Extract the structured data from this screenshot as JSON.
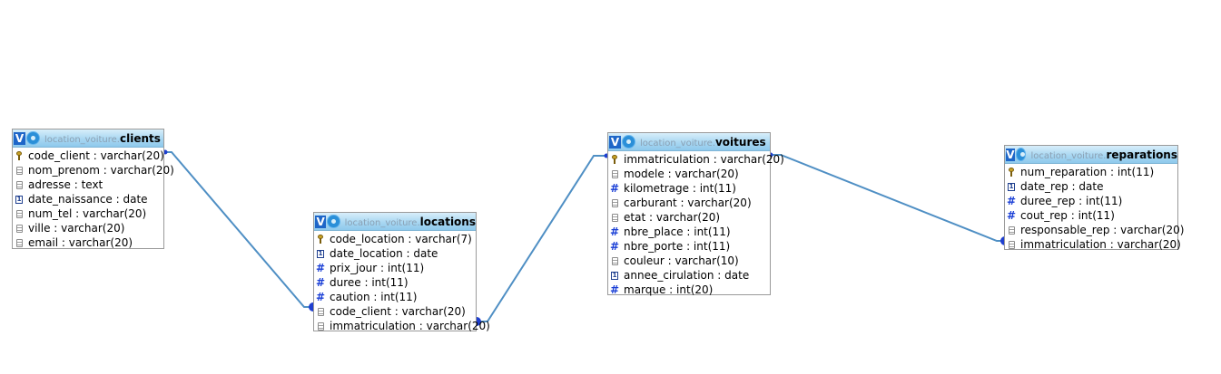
{
  "tables": [
    {
      "id": "clients",
      "schema": "location_voiture.",
      "name": "clients",
      "columns": [
        {
          "label": "code_client : varchar(20)",
          "icon": "primary-key-icon"
        },
        {
          "label": "nom_prenom : varchar(20)",
          "icon": "text-column-icon"
        },
        {
          "label": "adresse : text",
          "icon": "text-column-icon"
        },
        {
          "label": "date_naissance : date",
          "icon": "date-column-icon"
        },
        {
          "label": "num_tel : varchar(20)",
          "icon": "text-column-icon"
        },
        {
          "label": "ville : varchar(20)",
          "icon": "text-column-icon"
        },
        {
          "label": "email : varchar(20)",
          "icon": "text-column-icon"
        }
      ]
    },
    {
      "id": "locations",
      "schema": "location_voiture.",
      "name": "locations",
      "columns": [
        {
          "label": "code_location : varchar(7)",
          "icon": "primary-key-icon"
        },
        {
          "label": "date_location : date",
          "icon": "date-column-icon"
        },
        {
          "label": "prix_jour : int(11)",
          "icon": "numeric-column-icon"
        },
        {
          "label": "duree : int(11)",
          "icon": "numeric-column-icon"
        },
        {
          "label": "caution : int(11)",
          "icon": "numeric-column-icon"
        },
        {
          "label": "code_client : varchar(20)",
          "icon": "text-column-icon"
        },
        {
          "label": "immatriculation : varchar(20)",
          "icon": "text-column-icon"
        }
      ]
    },
    {
      "id": "voitures",
      "schema": "location_voiture.",
      "name": "voitures",
      "columns": [
        {
          "label": "immatriculation : varchar(20)",
          "icon": "primary-key-icon"
        },
        {
          "label": "modele : varchar(20)",
          "icon": "text-column-icon"
        },
        {
          "label": "kilometrage : int(11)",
          "icon": "numeric-column-icon"
        },
        {
          "label": "carburant : varchar(20)",
          "icon": "text-column-icon"
        },
        {
          "label": "etat : varchar(20)",
          "icon": "text-column-icon"
        },
        {
          "label": "nbre_place : int(11)",
          "icon": "numeric-column-icon"
        },
        {
          "label": "nbre_porte : int(11)",
          "icon": "numeric-column-icon"
        },
        {
          "label": "couleur : varchar(10)",
          "icon": "text-column-icon"
        },
        {
          "label": "annee_cirulation : date",
          "icon": "date-column-icon"
        },
        {
          "label": "marque : int(20)",
          "icon": "numeric-column-icon"
        }
      ]
    },
    {
      "id": "reparations",
      "schema": "location_voiture.",
      "name": "reparations",
      "columns": [
        {
          "label": "num_reparation : int(11)",
          "icon": "primary-key-icon"
        },
        {
          "label": "date_rep : date",
          "icon": "date-column-icon"
        },
        {
          "label": "duree_rep : int(11)",
          "icon": "numeric-column-icon"
        },
        {
          "label": "cout_rep : int(11)",
          "icon": "numeric-column-icon"
        },
        {
          "label": "responsable_rep : varchar(20)",
          "icon": "text-column-icon"
        },
        {
          "label": "immatriculation : varchar(20)",
          "icon": "text-column-icon"
        }
      ]
    }
  ],
  "relations": [
    {
      "from": "clients.code_client",
      "to": "locations.code_client"
    },
    {
      "from": "locations.immatriculation",
      "to": "voitures.immatriculation"
    },
    {
      "from": "voitures.immatriculation",
      "to": "reparations.immatriculation"
    }
  ],
  "colors": {
    "relation_line": "#4f8fc4",
    "relation_endpoint": "#1f3fd0",
    "header_gradient_top": "#d8eefa",
    "header_gradient_bottom": "#8ec9ec",
    "numeric_icon": "#1a3fd6"
  }
}
